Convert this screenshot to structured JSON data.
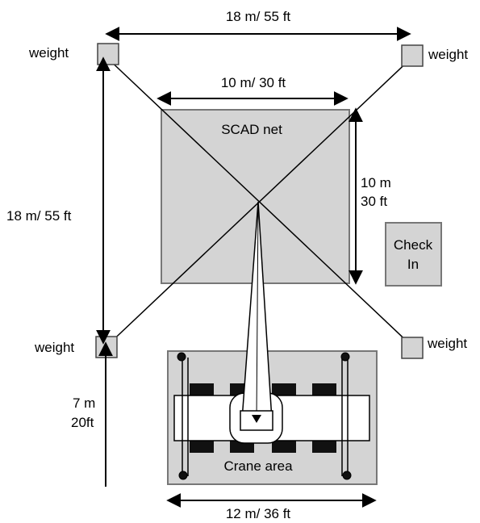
{
  "labels": {
    "top_width": "18 m/ 55 ft",
    "net_width": "10 m/ 30 ft",
    "net_height_m": "10 m",
    "net_height_ft": "30 ft",
    "left_height": "18 m/ 55 ft",
    "crane_gap_m": "7 m",
    "crane_gap_ft": "20ft",
    "crane_width": "12 m/ 36 ft",
    "scad_net": "SCAD net",
    "check_in_line1": "Check",
    "check_in_line2": "In",
    "crane_area": "Crane area",
    "weight_tl": "weight",
    "weight_tr": "weight",
    "weight_bl": "weight",
    "weight_br": "weight"
  },
  "colors": {
    "fill_gray": "#d4d4d4",
    "stroke": "#000000",
    "box_stroke": "#777777"
  }
}
